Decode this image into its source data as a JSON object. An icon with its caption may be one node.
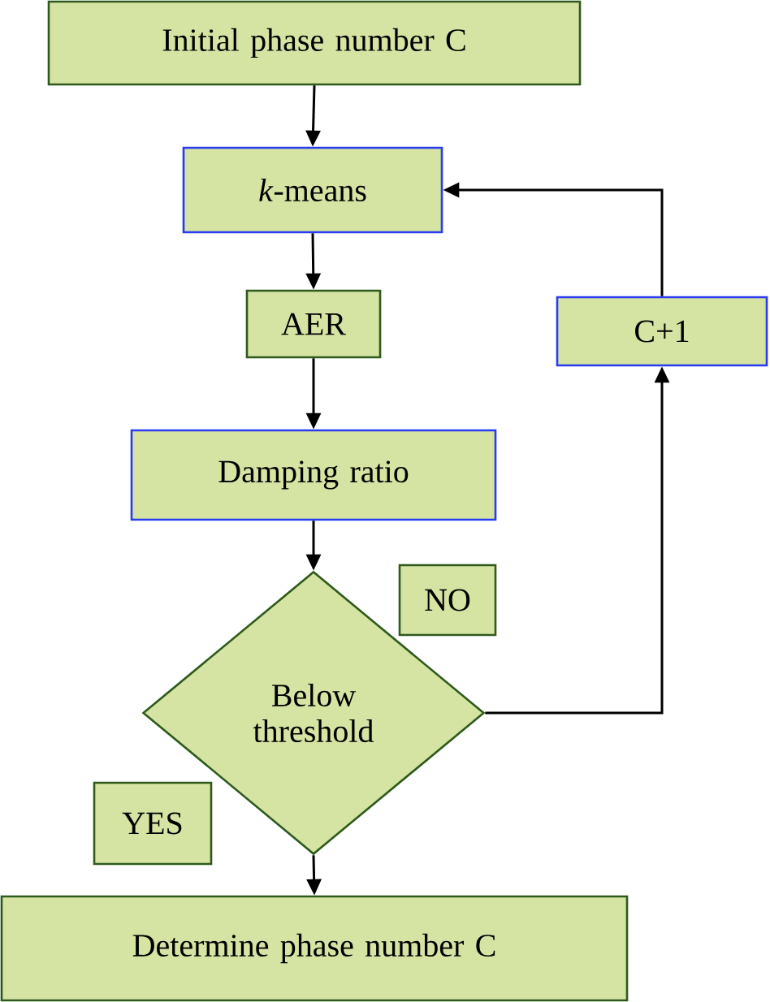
{
  "diagram": {
    "nodes": [
      {
        "text": [
          "Initial phase number C"
        ]
      },
      {
        "text": [
          "*k*-means"
        ]
      },
      {
        "text": [
          "AER"
        ]
      },
      {
        "text": [
          "Damping ratio"
        ]
      },
      {
        "text": [
          "NO"
        ]
      },
      {
        "text": [
          "Below threshold"
        ]
      },
      {
        "text": [
          "C+1"
        ]
      },
      {
        "text": [
          "YES"
        ]
      },
      {
        "text": [
          "Determine phase number C"
        ]
      }
    ],
    "edges": [
      {
        "from": 0,
        "to": 1,
        "arrow": "to"
      },
      {
        "from": 1,
        "to": 2,
        "arrow": "to"
      },
      {
        "from": 2,
        "to": 3,
        "arrow": "to"
      },
      {
        "from": 3,
        "to": 5,
        "arrow": "to"
      },
      {
        "from": 5,
        "to": 8,
        "arrow": "to"
      },
      {
        "from": 5,
        "to": 6,
        "arrow": "to"
      },
      {
        "from": 6,
        "to": 1,
        "arrow": "to"
      }
    ]
  }
}
